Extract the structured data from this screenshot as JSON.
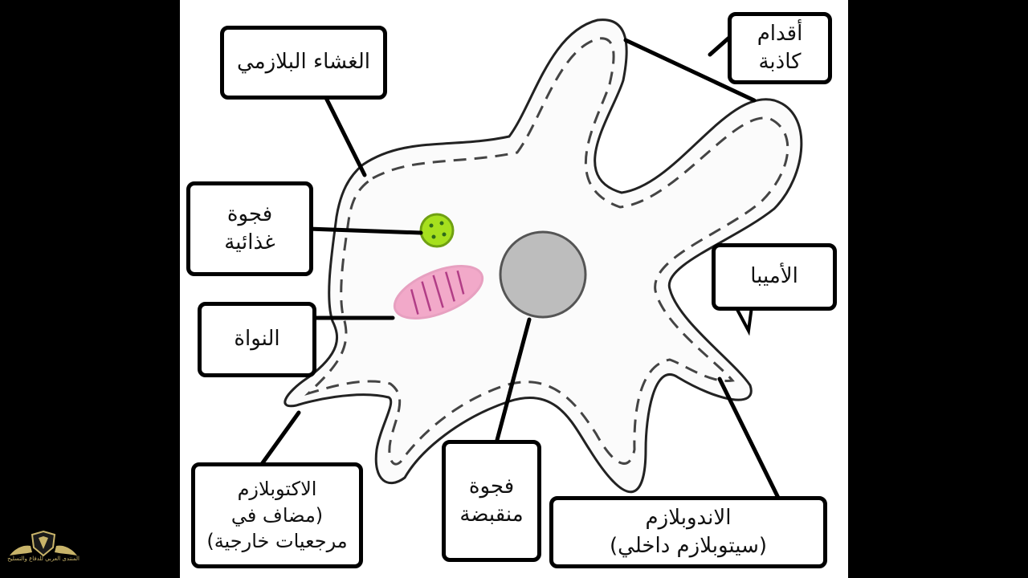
{
  "labels": {
    "plasma_membrane": "الغشاء البلازمي",
    "pseudopods": [
      "أقدام",
      "كاذبة"
    ],
    "food_vacuole": [
      "فجوة",
      "غذائية"
    ],
    "amoeba": "الأميبا",
    "nucleus": "النواة",
    "ectoplasm": [
      "الاكتوبلازم",
      "(مضاف في",
      "مرجعيات خارجية)"
    ],
    "contractile_vacuole": [
      "فجوة",
      "منقبضة"
    ],
    "endoplasm": [
      "الاندوبلازم",
      "(سيتوبلازم داخلي)"
    ]
  },
  "colors": {
    "background": "#000000",
    "canvas": "#ffffff",
    "food_vacuole": "#a6e01e",
    "nucleus": "#f2a9c9",
    "contractile_vacuole": "#bdbdbd"
  },
  "logo": {
    "icon": "shield-wings-logo",
    "text": "المنتدى العربي للدفاع والتسليح"
  }
}
